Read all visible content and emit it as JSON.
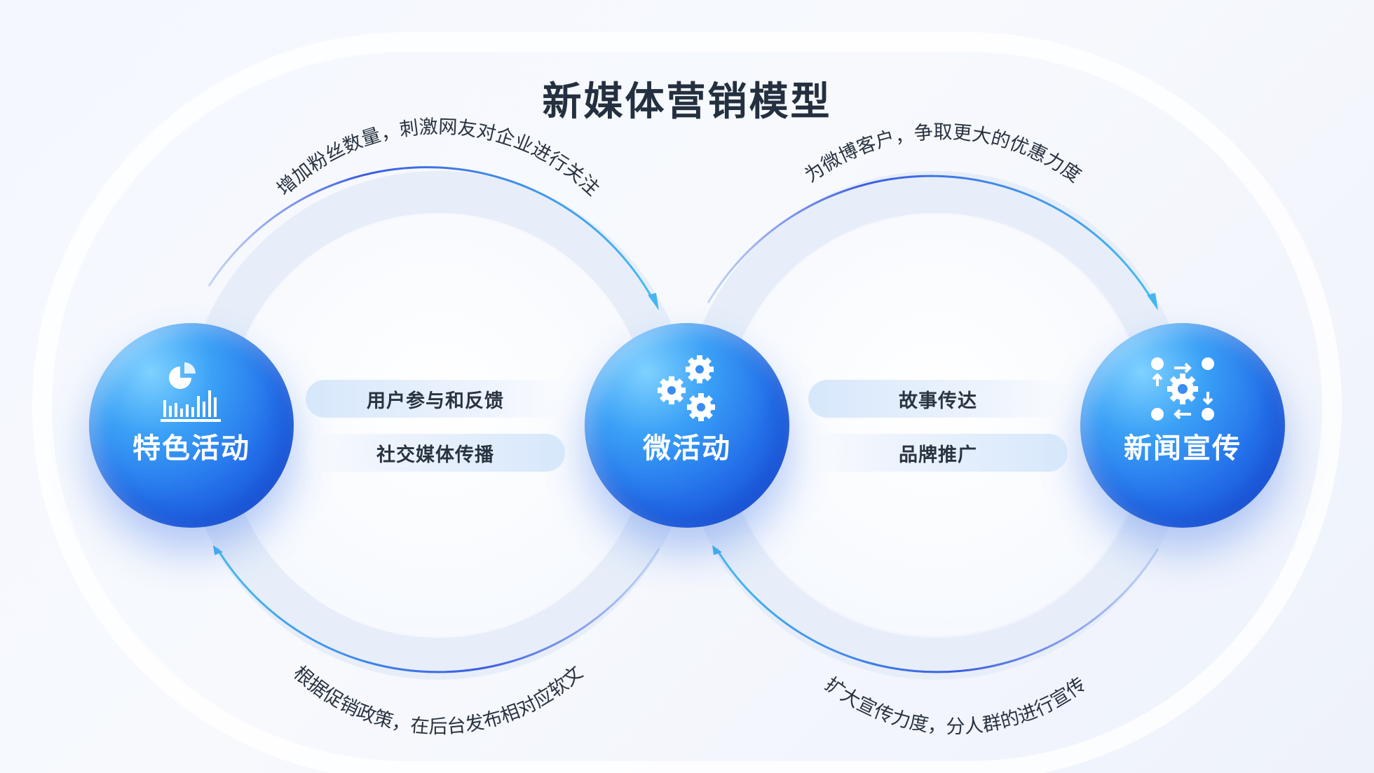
{
  "title": "新媒体营销模型",
  "nodes": [
    {
      "label": "特色活动",
      "icon": "chart-analytics-icon"
    },
    {
      "label": "微活动",
      "icon": "gears-icon"
    },
    {
      "label": "新闻宣传",
      "icon": "workflow-gear-icon"
    }
  ],
  "pills": {
    "left": [
      "用户参与和反馈",
      "社交媒体传播"
    ],
    "right": [
      "故事传达",
      "品牌推广"
    ]
  },
  "arc_labels": {
    "left_top": "增加粉丝数量，刺激网友对企业进行关注",
    "left_bottom": "根据促销政策，在后台发布相对应软文",
    "right_top": "为微博客户，争取更大的优惠力度",
    "right_bottom": "扩大宣传力度，分人群的进行宣传"
  },
  "colors": {
    "node": "#2470ea",
    "node_highlight": "#7fd2ff",
    "arrow_dark": "#3a57e0",
    "arrow_light": "#46b5ef",
    "title": "#24303f",
    "body_text": "#2a3340"
  }
}
